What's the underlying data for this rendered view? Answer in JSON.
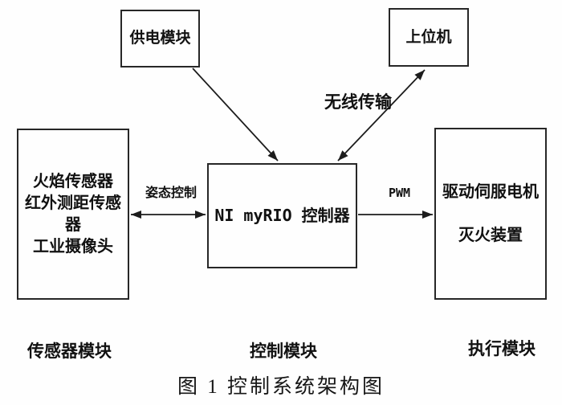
{
  "figure": {
    "boxes": {
      "power": {
        "label": "供电模块"
      },
      "host": {
        "label": "上位机"
      },
      "sensor": {
        "lines": [
          "火焰传感器",
          "红外测距传感器",
          "工业摄像头"
        ]
      },
      "controller": {
        "label": "NI myRIO 控制器"
      },
      "actuator": {
        "lines": [
          "驱动伺服电机",
          "灭火装置"
        ]
      }
    },
    "edges": {
      "wireless_label": "无线传输",
      "attitude_label": "姿态控制",
      "pwm_label": "PWM"
    },
    "module_labels": {
      "sensor": "传感器模块",
      "control": "控制模块",
      "execution": "执行模块"
    },
    "caption": "图 1 控制系统架构图",
    "colors": {
      "line": "#1c1c1c",
      "border": "#272727",
      "text": "#111111",
      "background": "#fefefe"
    }
  }
}
